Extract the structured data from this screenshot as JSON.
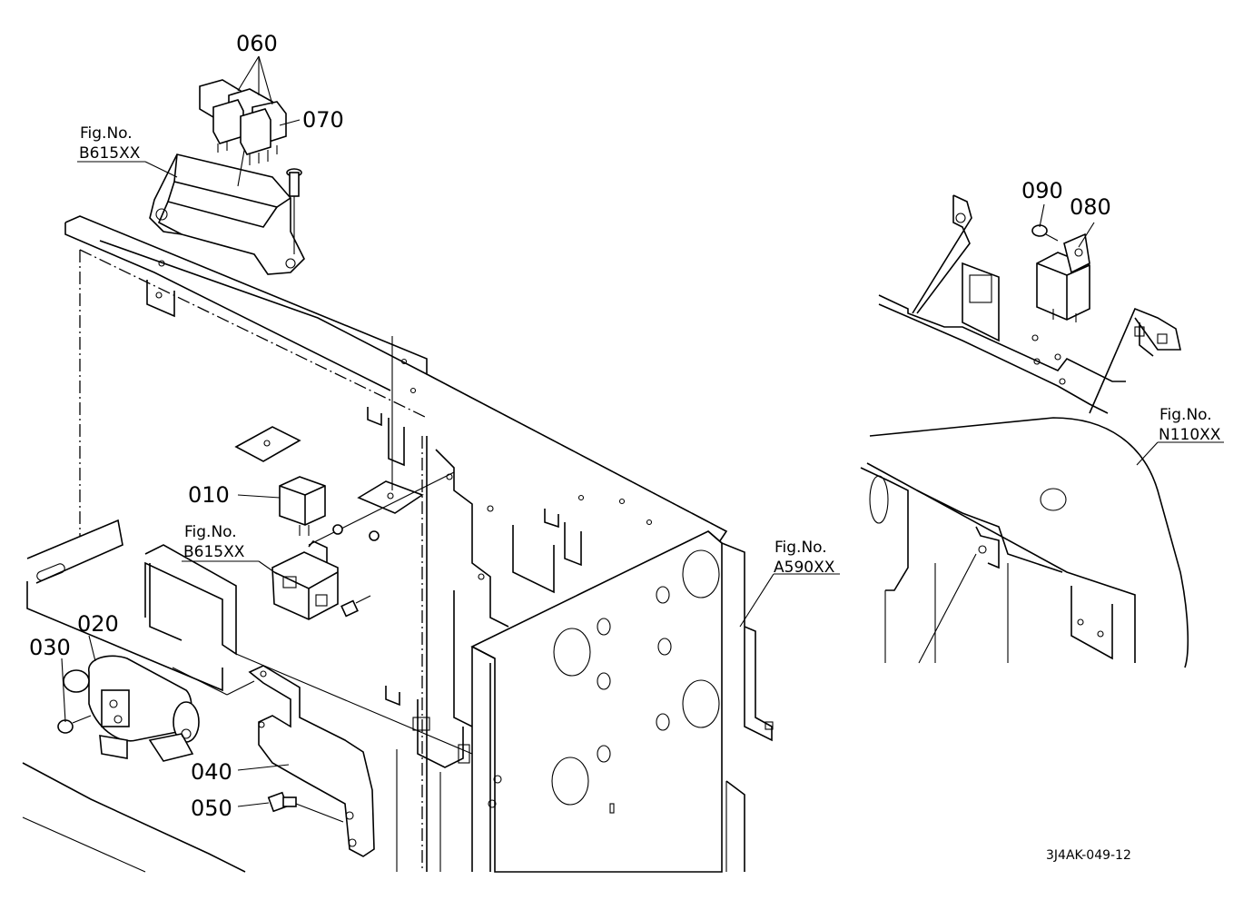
{
  "parts": {
    "p010": "010",
    "p020": "020",
    "p030": "030",
    "p040": "040",
    "p050": "050",
    "p060": "060",
    "p070": "070",
    "p080": "080",
    "p090": "090"
  },
  "figrefs": {
    "top_left": {
      "line1": "Fig.No.",
      "line2": "B615XX"
    },
    "middle_left": {
      "line1": "Fig.No.",
      "line2": "B615XX"
    },
    "middle": {
      "line1": "Fig.No.",
      "line2": "A590XX"
    },
    "right": {
      "line1": "Fig.No.",
      "line2": "N110XX"
    }
  },
  "drawing_code": "3J4AK-049-12"
}
